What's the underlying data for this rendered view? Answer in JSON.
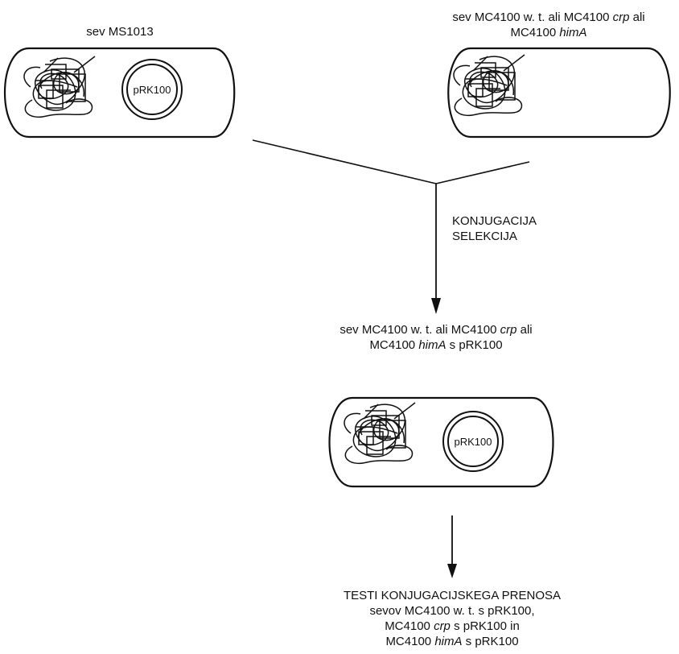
{
  "labels": {
    "donor": "sev MS1013",
    "recipient_line1_a": "sev MC4100 w. t. ali  MC4100 ",
    "recipient_line1_i": "crp",
    "recipient_line1_b": " ali",
    "recipient_line2_a": "MC4100 ",
    "recipient_line2_i": "himA",
    "process_line1": "KONJUGACIJA",
    "process_line2": "SELEKCIJA",
    "result_line1_a": "sev MC4100 w. t. ali  MC4100 ",
    "result_line1_i": "crp",
    "result_line1_b": " ali",
    "result_line2_a": "MC4100 ",
    "result_line2_i": "himA",
    "result_line2_b": " s pRK100",
    "test_line1": "TESTI  KONJUGACIJSKEGA PRENOSA",
    "test_line2": "sevov MC4100 w. t. s pRK100,",
    "test_line3_a": "MC4100 ",
    "test_line3_i": "crp",
    "test_line3_b": " s pRK100 in",
    "test_line4_a": "MC4100 ",
    "test_line4_i": "himA",
    "test_line4_b": " s pRK100"
  },
  "plasmid": {
    "donor_label": "pRK100",
    "result_label": "pRK100"
  }
}
